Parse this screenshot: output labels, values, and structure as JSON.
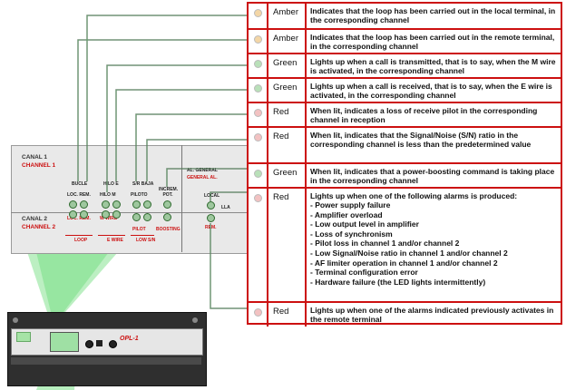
{
  "panel": {
    "channel1": {
      "line1": "CANAL 1",
      "line2": "CHANNEL 1"
    },
    "channel2": {
      "line1": "CANAL 2",
      "line2": "CHANNEL 2"
    },
    "labels_top": [
      "BUCLE",
      "LOC. REM.",
      "HILO E",
      "HILO M",
      "S/R BAJA",
      "PILOTO",
      "INCREM. POT."
    ],
    "labels_mid": [
      "LOC. REM.",
      "W WIRE",
      "PILOT",
      "BOOSTING"
    ],
    "labels_bottom": [
      "LOOP",
      "E WIRE",
      "LOW S/N"
    ],
    "alarm": {
      "line1": "AL. GENERAL",
      "line2": "GENERAL AL.",
      "local": "LOCAL",
      "rem": "REM.",
      "side": "LLA"
    }
  },
  "device": {
    "logo": "OPL-1"
  },
  "table": {
    "rows": [
      {
        "color": "Amber",
        "description": "Indicates that the loop has been carried out in the local terminal, in the corresponding channel",
        "led_color": "#f3d6a6"
      },
      {
        "color": "Amber",
        "description": "Indicates that the loop has been carried out in the remote terminal, in the corresponding channel",
        "led_color": "#f3d6a6"
      },
      {
        "color": "Green",
        "description": "Lights up when a call is transmitted, that is to say, when the M wire is activated, in the corresponding channel",
        "led_color": "#b9e0b9"
      },
      {
        "color": "Green",
        "description": "Lights up when a call is received, that is to say, when the E wire is activated, in the corresponding channel",
        "led_color": "#b9e0b9"
      },
      {
        "color": "Red",
        "description": "When lit, indicates a loss of receive pilot in the corresponding channel in reception",
        "led_color": "#f2c2c2"
      },
      {
        "color": "Red",
        "description": "When lit, indicates that the Signal/Noise (S/N) ratio in the corresponding channel is less than the predetermined value",
        "led_color": "#f2c2c2"
      },
      {
        "color": "Green",
        "description": "When lit, indicates that a power-boosting command is taking place in the corresponding channel",
        "led_color": "#b9e0b9"
      },
      {
        "color": "Red",
        "description": "Lights up when one of the following alarms is produced:",
        "led_color": "#f2c2c2",
        "bullets": [
          "- Power supply failure",
          "- Amplifier overload",
          "- Low output level in amplifier",
          "- Loss of synchronism",
          "- Pilot loss in channel 1 and/or channel 2",
          "- Low Signal/Noise ratio in channel 1 and/or channel 2",
          "- AF limiter operation in channel 1 and/or channel 2",
          "- Terminal configuration error",
          "- Hardware failure (the LED lights intermittently)"
        ]
      },
      {
        "color": "Red",
        "description": "Lights up when one of the alarms indicated previously activates in the remote terminal",
        "led_color": "#f2c2c2"
      }
    ]
  },
  "colors": {
    "accent": "#cc1010",
    "led_green": "#9ec79e",
    "beam": "#9fe8a8"
  }
}
